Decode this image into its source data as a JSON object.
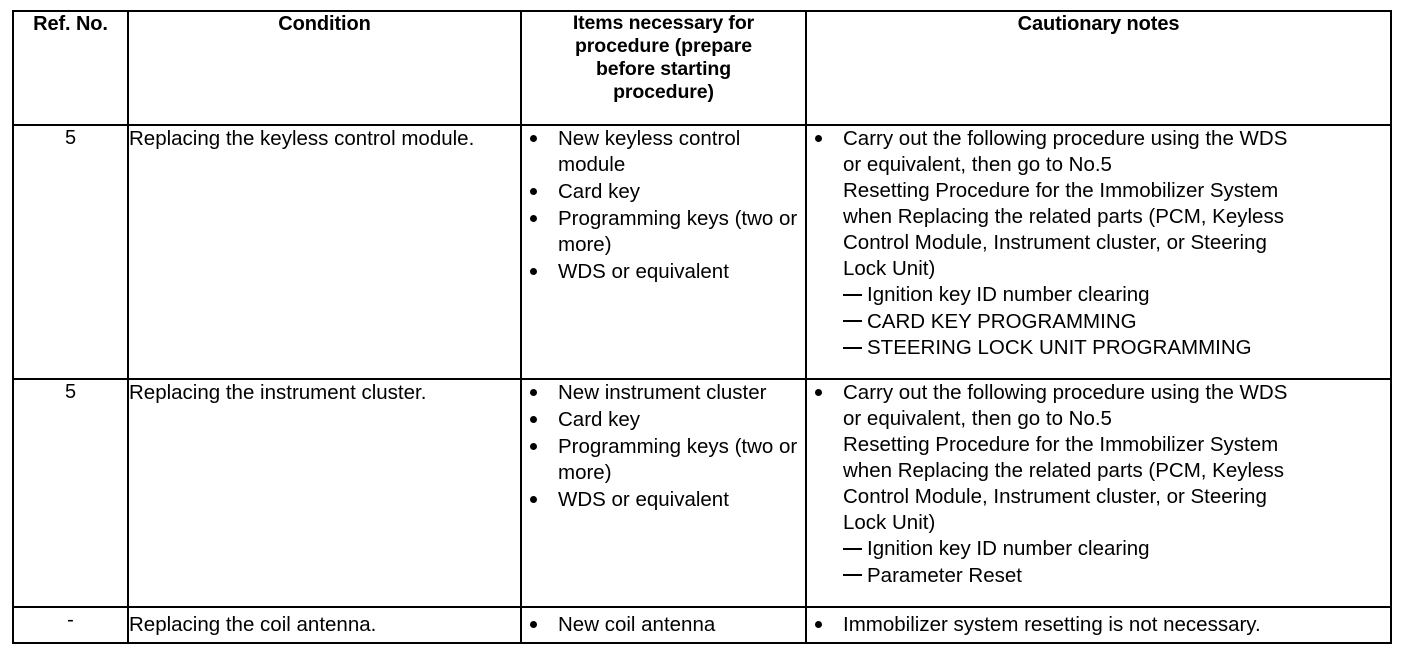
{
  "table": {
    "headers": {
      "ref_no": "Ref. No.",
      "condition": "Condition",
      "items": "Items necessary for procedure (prepare before starting procedure)",
      "items_lines": [
        "Items necessary for",
        "procedure (prepare",
        "before starting",
        "procedure)"
      ],
      "cautionary_notes": "Cautionary notes"
    },
    "rows": [
      {
        "ref_no": "5",
        "condition": "Replacing the keyless control module.",
        "items": [
          "New keyless control module",
          "Card key",
          "Programming keys (two or more)",
          "WDS or equivalent"
        ],
        "notes_bullet_lines": [
          "Carry out the following procedure using the WDS",
          "or equivalent, then go to No.5",
          "Resetting Procedure for the Immobilizer System",
          "when Replacing the related parts (PCM, Keyless",
          "Control Module, Instrument cluster, or Steering",
          "Lock Unit)"
        ],
        "notes_dash_items": [
          "Ignition key ID number clearing",
          "CARD KEY PROGRAMMING",
          "STEERING LOCK UNIT PROGRAMMING"
        ]
      },
      {
        "ref_no": "5",
        "condition": "Replacing the instrument cluster.",
        "items": [
          "New instrument cluster",
          "Card key",
          "Programming keys (two or more)",
          "WDS or equivalent"
        ],
        "notes_bullet_lines": [
          "Carry out the following procedure using the WDS",
          "or equivalent, then go to No.5",
          "Resetting Procedure for the Immobilizer System",
          "when Replacing the related parts (PCM, Keyless",
          "Control Module, Instrument cluster, or Steering",
          "Lock Unit)"
        ],
        "notes_dash_items": [
          "Ignition key ID number clearing",
          "Parameter Reset"
        ]
      },
      {
        "ref_no": "-",
        "condition": "Replacing the coil antenna.",
        "items": [
          "New coil antenna"
        ],
        "notes_bullet_lines": [
          "Immobilizer system resetting is not necessary."
        ],
        "notes_dash_items": []
      }
    ]
  },
  "colors": {
    "ink": "#000000",
    "paper": "#ffffff"
  }
}
